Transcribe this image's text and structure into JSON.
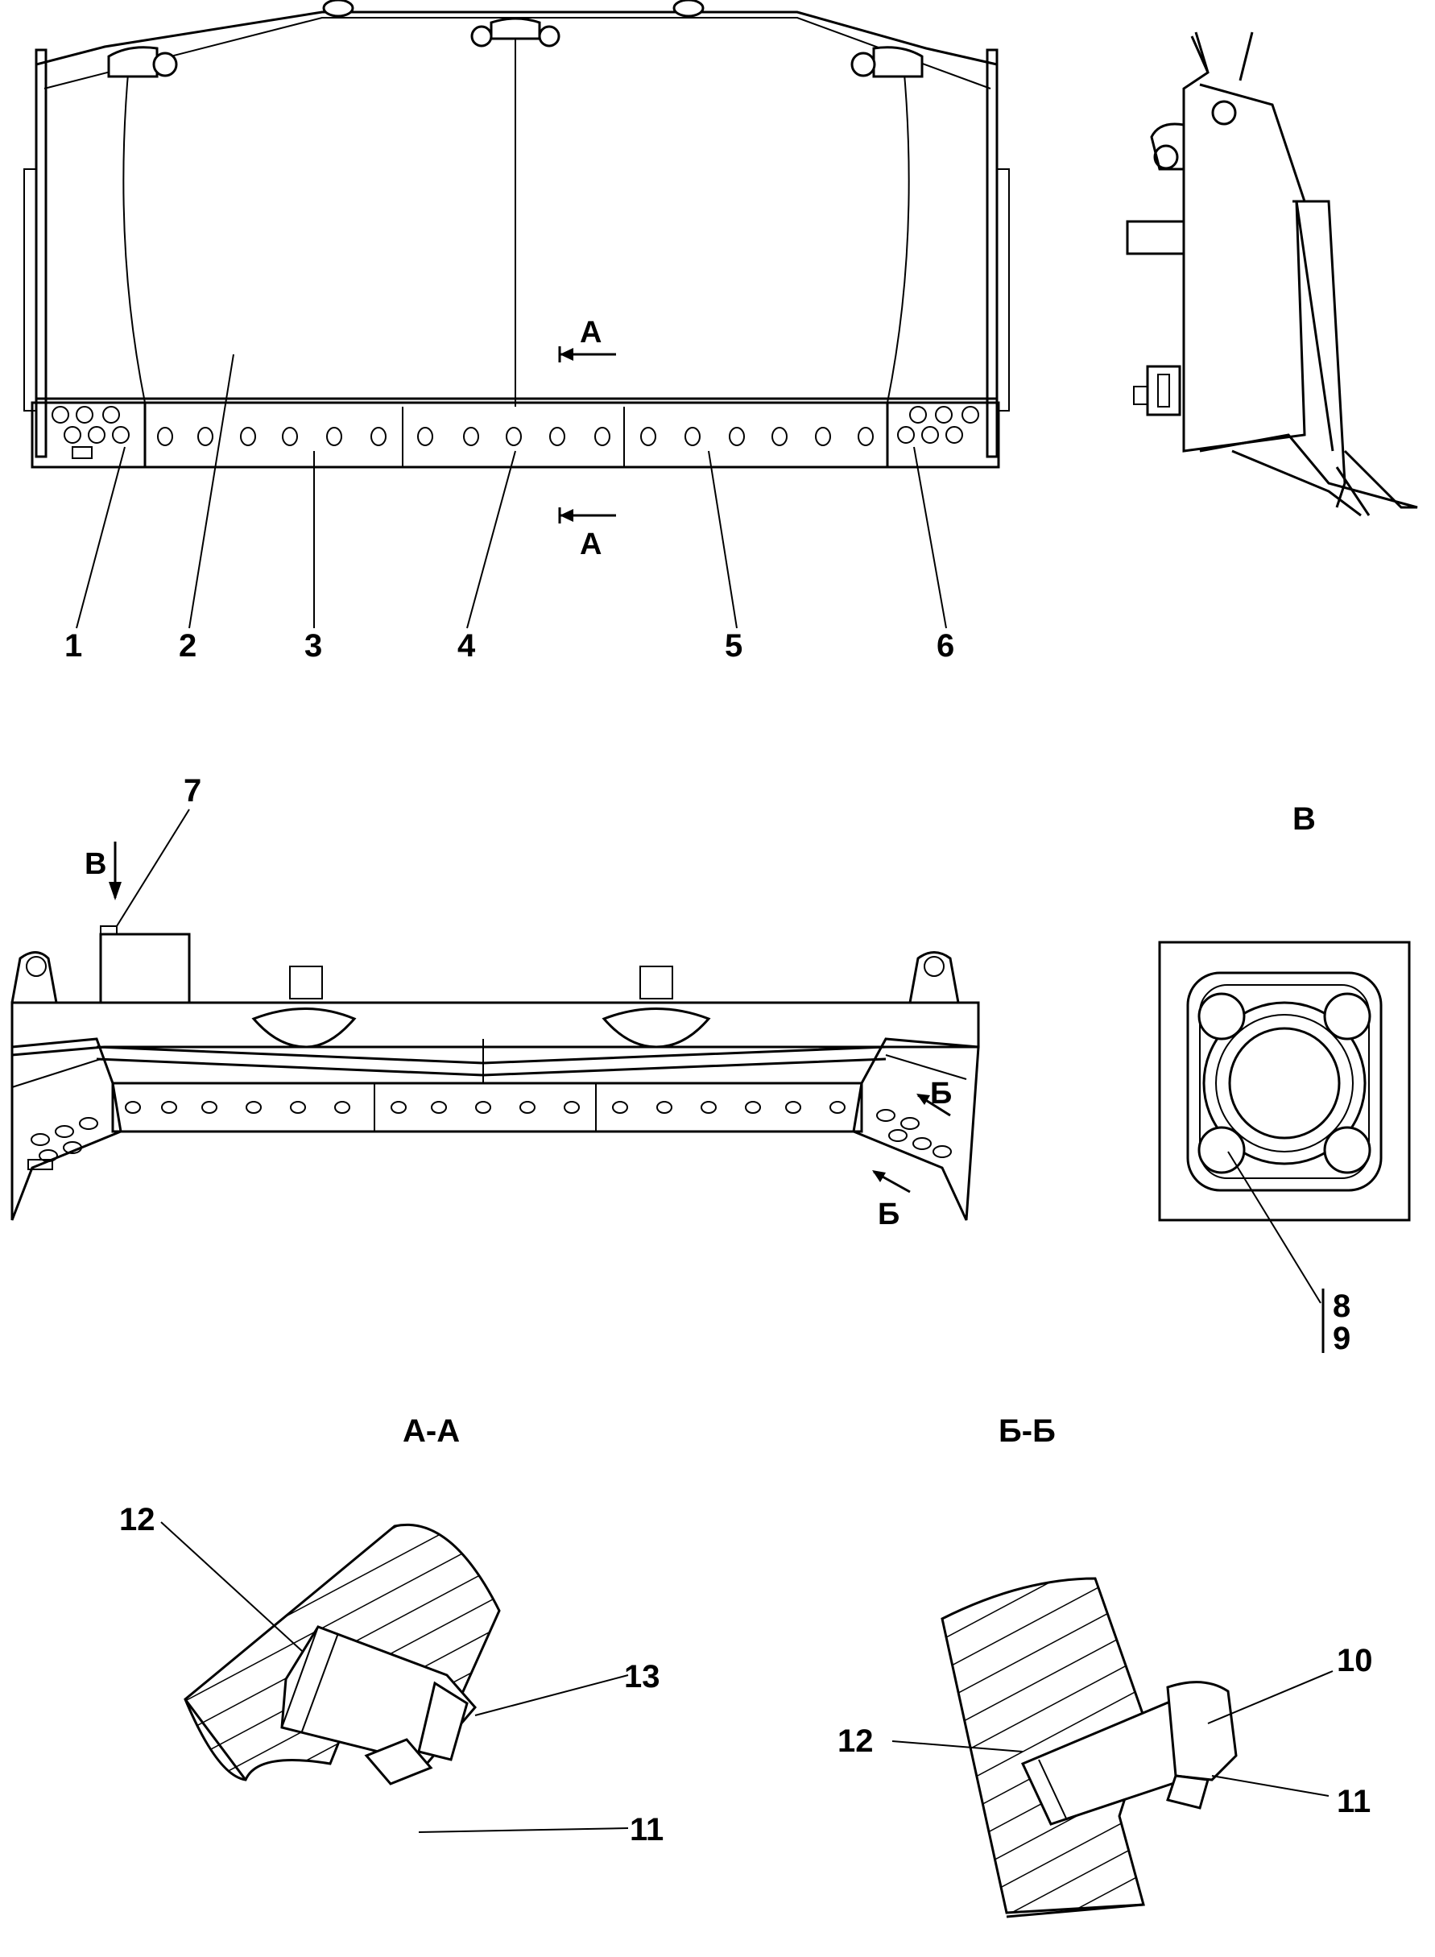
{
  "callouts": {
    "p1": "1",
    "p2": "2",
    "p3": "3",
    "p4": "4",
    "p5": "5",
    "p6": "6",
    "p7": "7",
    "p8": "8",
    "p9": "9",
    "p10": "10",
    "p11": "11",
    "p12": "12",
    "p13": "13"
  },
  "section_marks": {
    "a_upper": "А",
    "a_lower": "А",
    "b_upper": "Б",
    "b_lower": "Б",
    "v_arrow": "В"
  },
  "view_titles": {
    "view_v": "В",
    "section_aa": "А-А",
    "section_bb": "Б-Б"
  }
}
